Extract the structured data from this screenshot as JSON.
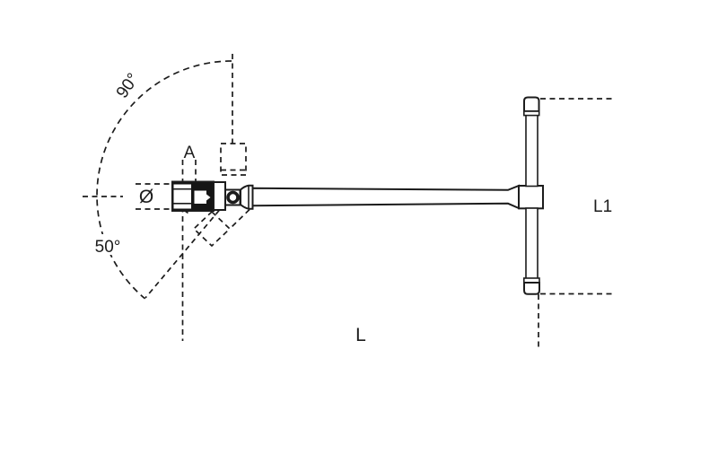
{
  "diagram": {
    "kind": "technical-drawing",
    "subject": "T-handle wrench with swivel socket end",
    "labels": {
      "swivel_angle_up": "90°",
      "swivel_angle_down": "50°",
      "socket_diameter": "Ø",
      "drive_size": "A",
      "total_length": "L",
      "handle_length": "L1"
    },
    "colors": {
      "line": "#1c1c1c",
      "background": "#ffffff"
    }
  }
}
